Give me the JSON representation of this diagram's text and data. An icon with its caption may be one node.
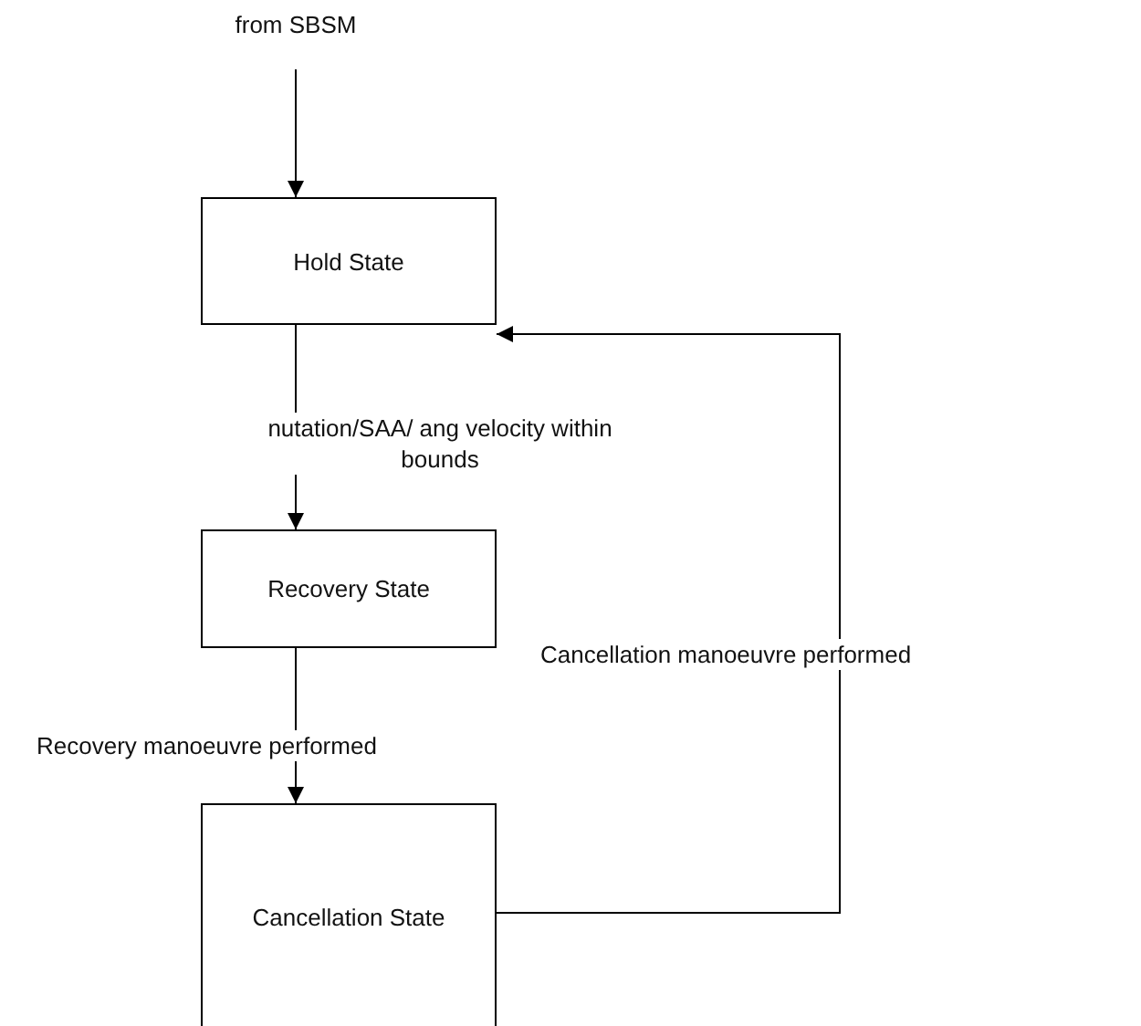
{
  "diagram": {
    "nodes": [
      {
        "text": [
          "from SBSM"
        ]
      },
      {
        "text": [
          "Hold State"
        ]
      },
      {
        "text": [
          "Recovery State"
        ]
      },
      {
        "text": [
          "Cancellation State"
        ]
      }
    ],
    "edges": [
      {
        "from": 0,
        "to": 1,
        "arrow": "to"
      },
      {
        "from": 1,
        "to": 2,
        "arrow": "to",
        "label": "nutation/SAA/ ang velocity within bounds"
      },
      {
        "from": 2,
        "to": 3,
        "arrow": "to",
        "label": "Recovery manoeuvre performed"
      },
      {
        "from": 3,
        "to": 1,
        "arrow": "to",
        "label": "Cancellation manoeuvre performed"
      }
    ]
  }
}
